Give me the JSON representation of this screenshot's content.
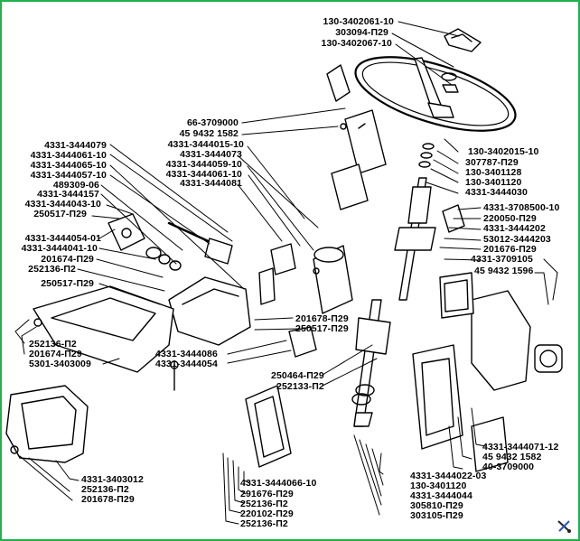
{
  "figure": {
    "title": "Steering column and controls exploded view",
    "border_color": "#22b04a",
    "labels": {
      "top": [
        "130-3402061-10",
        "303094-П29",
        "130-3402067-10"
      ],
      "upper_center": [
        "66-3709000",
        "45 9432 1582",
        "4331-3444015-10",
        "4331-3444073",
        "4331-3444059-10",
        "4331-3444061-10",
        "4331-3444081"
      ],
      "left_upper": [
        "4331-3444079",
        "4331-3444061-10",
        "4331-3444065-10",
        "4331-3444057-10",
        "489309-06",
        "4331-3444157",
        "4331-3444043-10",
        "250517-П29"
      ],
      "left_middle": [
        "4331-3444054-01",
        "4331-3444041-10",
        "201674-П29",
        "252136-П2",
        "250517-П29"
      ],
      "left_lower": [
        "252136-П2",
        "201674-П29",
        "5301-3403009"
      ],
      "bottom_left": [
        "4331-3403012",
        "252136-П2",
        "201678-П29"
      ],
      "center_mid": [
        "201678-П29",
        "250517-П29",
        "4331-3444086",
        "4331-3444054",
        "250464-П29",
        "252133-П2"
      ],
      "bottom_center": [
        "4331-3444066-10",
        "291676-П29",
        "252136-П2",
        "220102-П29",
        "252136-П2"
      ],
      "bottom_right": [
        "4331-3444022-03",
        "130-3401120",
        "4331-3444044",
        "305810-П29",
        "303105-П29"
      ],
      "right_upper": [
        "130-3402015-10",
        "307787-П29",
        "130-3401128",
        "130-3401120",
        "4331-3444030"
      ],
      "right_middle": [
        "4331-3708500-10",
        "220050-П29",
        "4331-3444202",
        "53012-3444203",
        "201676-П29",
        "4331-3709105",
        "45 9432 1596"
      ],
      "right_lower": [
        "4331-3444071-12",
        "45 9432 1582",
        "40-3709000"
      ]
    },
    "watermark_icon": "tools-icon"
  }
}
